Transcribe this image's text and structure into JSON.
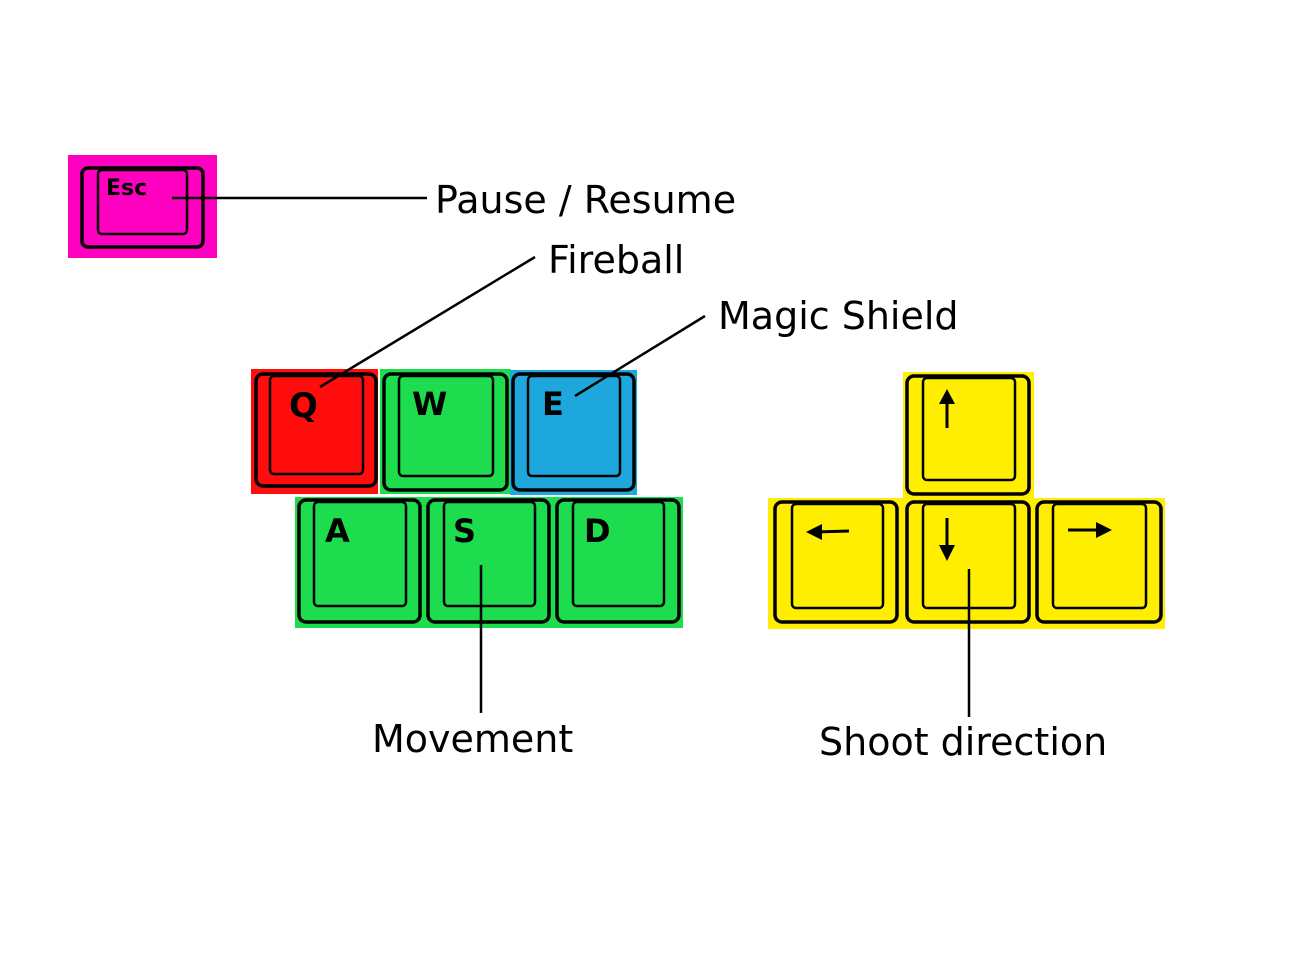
{
  "keys": {
    "esc": {
      "legend": "Esc",
      "color": "#ff00c0"
    },
    "q": {
      "legend": "Q",
      "color": "#ff0d0d"
    },
    "w": {
      "legend": "W",
      "color": "#1ddc4d"
    },
    "e": {
      "legend": "E",
      "color": "#1ea7dc"
    },
    "a": {
      "legend": "A",
      "color": "#1ddc4d"
    },
    "s": {
      "legend": "S",
      "color": "#1ddc4d"
    },
    "d": {
      "legend": "D",
      "color": "#1ddc4d"
    },
    "up": {
      "arrow": "up-arrow-icon",
      "color": "#ffee00"
    },
    "left": {
      "arrow": "left-arrow-icon",
      "color": "#ffee00"
    },
    "down": {
      "arrow": "down-arrow-icon",
      "color": "#ffee00"
    },
    "right": {
      "arrow": "right-arrow-icon",
      "color": "#ffee00"
    }
  },
  "labels": {
    "pause": "Pause / Resume",
    "fireball": "Fireball",
    "shield": "Magic Shield",
    "movement": "Movement",
    "shoot": "Shoot direction"
  }
}
